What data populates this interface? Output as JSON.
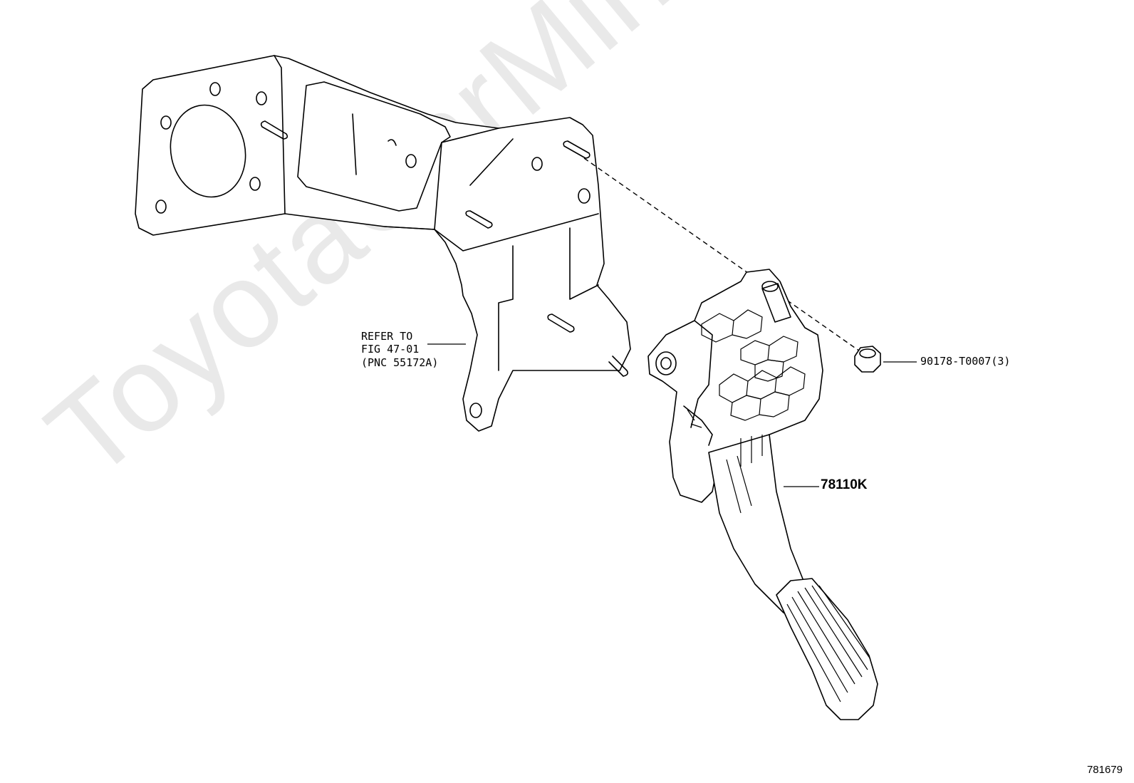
{
  "watermark": "ToyotaCarMine.ru",
  "labels": {
    "refer_line1": "REFER TO",
    "refer_line2": "FIG 47-01",
    "refer_line3": "(PNC 55172A)",
    "nut_part": "90178-T0007(3)",
    "pedal_part": "78110K"
  },
  "diagram_id": "781679"
}
